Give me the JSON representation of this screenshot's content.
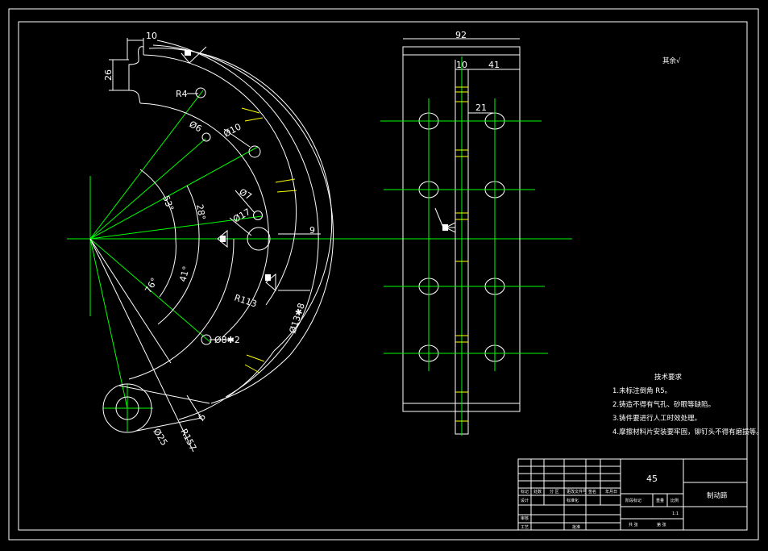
{
  "left_view": {
    "dims": {
      "d10_top": "10",
      "d26": "26",
      "r4": "R4",
      "phi6": "Ø6",
      "phi10": "Ø10",
      "phi7": "Ø7",
      "phi17": "Ø17",
      "a53": "53°",
      "a28": "28°",
      "a41": "41°",
      "a76": "76°",
      "r113": "R113",
      "phi8x2": "Ø8✱2",
      "phi13x8": "Ø13✱8",
      "d9": "9",
      "d6": "6",
      "phi25": "Ø25",
      "r157": "R157"
    }
  },
  "right_view": {
    "dims": {
      "d92": "92",
      "d10": "10",
      "d41": "41",
      "d21": "21"
    }
  },
  "surface_note": "其余√",
  "tech_requirements": {
    "title": "技术要求",
    "items": [
      "1.未标注倒角 R5。",
      "2.铸造不得有气孔、砂眼等缺陷。",
      "3.铸件要进行人工时效处理。",
      "4.摩擦材料片安装要牢固，铆钉头不得有磨损等。"
    ]
  },
  "title_block": {
    "material": "45",
    "part_name": "制动蹄",
    "scale": "1:1",
    "labels": [
      "标记",
      "处数",
      "分 区",
      "更改文件号",
      "签名",
      "年月日",
      "设计",
      "标准化",
      "审核",
      "工艺",
      "批准",
      "阶段标记",
      "重量",
      "比例",
      "共 张",
      "第 张"
    ]
  },
  "colors": {
    "outline": "#ffffff",
    "center_line": "#00ff00",
    "hatch": "#ffff00"
  }
}
